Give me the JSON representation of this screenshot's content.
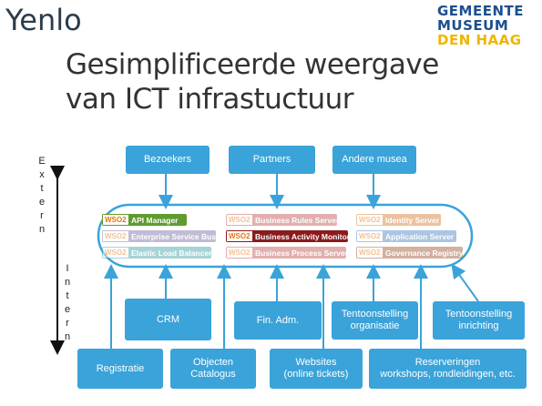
{
  "logos": {
    "yenlo": "Yenlo",
    "museum_line1": "GEMEENTE",
    "museum_line2": "MUSEUM",
    "museum_line3": "DEN HAAG"
  },
  "title_line1": "Gesimplificeerde weergave",
  "title_line2": "van ICT infrastuctuur",
  "side_labels": {
    "extern": [
      "E",
      "x",
      "t",
      "e",
      "r",
      "n"
    ],
    "intern": [
      "I",
      "n",
      "t",
      "e",
      "r",
      "n"
    ]
  },
  "top_boxes": [
    "Bezoekers",
    "Partners",
    "Andere musea"
  ],
  "wso2_mark": "WSO2",
  "products": {
    "api_manager": "API Manager",
    "esb": "Enterprise Service Bus",
    "elb": "Elastic Load Balancer",
    "business_rules": "Business Rules Server",
    "bam": "Business Activity Monitor",
    "bps": "Business Process Server",
    "identity": "Identity Server",
    "app_server": "Application Server",
    "governance": "Governance Registry"
  },
  "middle_boxes": {
    "crm": "CRM",
    "fin": "Fin. Adm.",
    "tent_org_1": "Tentoonstelling",
    "tent_org_2": "organisatie",
    "tent_inr_1": "Tentoonstelling",
    "tent_inr_2": "inrichting"
  },
  "bottom_boxes": {
    "registratie": "Registratie",
    "objecten_1": "Objecten",
    "objecten_2": "Catalogus",
    "websites_1": "Websites",
    "websites_2": "(online tickets)",
    "reserveringen_1": "Reserveringen",
    "reserveringen_2": "workshops, rondleidingen, etc."
  },
  "colors": {
    "box_blue": "#3aa3d9",
    "ellipse_stroke": "#3aa3d9",
    "api_green": "#5f9b2e",
    "esb_purple": "#7a6aa8",
    "elb_teal": "#3aa0a8",
    "brs_red": "#c0504d",
    "bam_darkred": "#8b1a1a",
    "is_orange": "#d9772b",
    "as_blue": "#4a7fc1",
    "greg_brown": "#a0522d"
  }
}
